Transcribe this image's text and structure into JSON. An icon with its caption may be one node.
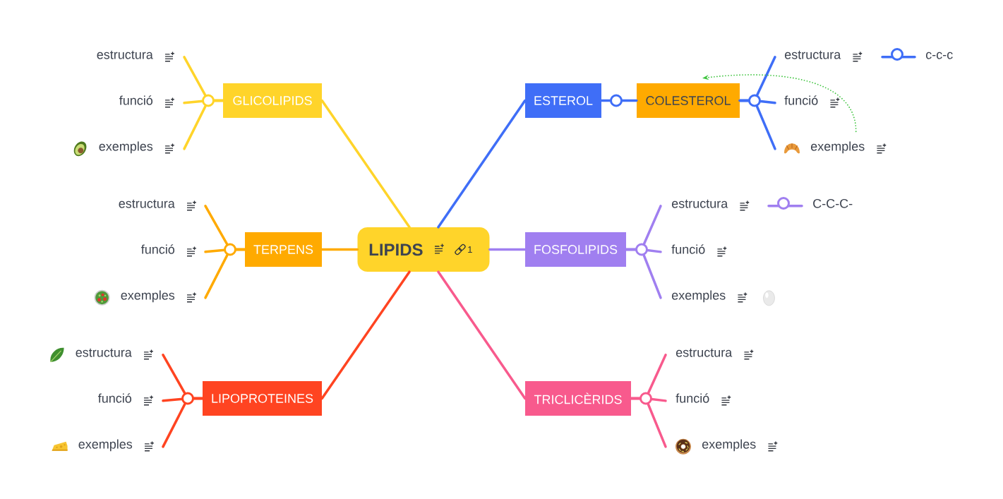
{
  "diagram": {
    "nodes": [
      {
        "text": [
          "LIPIDS",
          "1"
        ]
      },
      {
        "text": [
          "GLICOLIPIDS"
        ]
      },
      {
        "text": [
          "estructura"
        ]
      },
      {
        "text": [
          "funció"
        ]
      },
      {
        "text": [
          "exemples"
        ]
      },
      {
        "text": [
          "TERPENS"
        ]
      },
      {
        "text": [
          "estructura"
        ]
      },
      {
        "text": [
          "funció"
        ]
      },
      {
        "text": [
          "exemples"
        ]
      },
      {
        "text": [
          "LIPOPROTEINES"
        ]
      },
      {
        "text": [
          "estructura"
        ]
      },
      {
        "text": [
          "funció"
        ]
      },
      {
        "text": [
          "exemples"
        ]
      },
      {
        "text": [
          "ESTEROL"
        ]
      },
      {
        "text": [
          "COLESTEROL"
        ]
      },
      {
        "text": [
          "estructura"
        ]
      },
      {
        "text": [
          "funció"
        ]
      },
      {
        "text": [
          "exemples"
        ]
      },
      {
        "text": [
          "c-c-c"
        ]
      },
      {
        "text": [
          "FOSFOLIPIDS"
        ]
      },
      {
        "text": [
          "estructura"
        ]
      },
      {
        "text": [
          "funció"
        ]
      },
      {
        "text": [
          "exemples"
        ]
      },
      {
        "text": [
          "C-C-C-"
        ]
      },
      {
        "text": [
          "TRICLICÈRIDS"
        ]
      },
      {
        "text": [
          "estructura"
        ]
      },
      {
        "text": [
          "funció"
        ]
      },
      {
        "text": [
          "exemples"
        ]
      }
    ],
    "edges": [
      {
        "from": 0,
        "to": 1,
        "arrow": "none",
        "color": "#ffd42a"
      },
      {
        "from": 1,
        "to": 2,
        "arrow": "none",
        "color": "#ffd42a"
      },
      {
        "from": 1,
        "to": 3,
        "arrow": "none",
        "color": "#ffd42a"
      },
      {
        "from": 1,
        "to": 4,
        "arrow": "none",
        "color": "#ffd42a"
      },
      {
        "from": 0,
        "to": 5,
        "arrow": "none",
        "color": "#ffaa00"
      },
      {
        "from": 5,
        "to": 6,
        "arrow": "none",
        "color": "#ffaa00"
      },
      {
        "from": 5,
        "to": 7,
        "arrow": "none",
        "color": "#ffaa00"
      },
      {
        "from": 5,
        "to": 8,
        "arrow": "none",
        "color": "#ffaa00"
      },
      {
        "from": 0,
        "to": 9,
        "arrow": "none",
        "color": "#ff4421"
      },
      {
        "from": 9,
        "to": 10,
        "arrow": "none",
        "color": "#ff4421"
      },
      {
        "from": 9,
        "to": 11,
        "arrow": "none",
        "color": "#ff4421"
      },
      {
        "from": 9,
        "to": 12,
        "arrow": "none",
        "color": "#ff4421"
      },
      {
        "from": 0,
        "to": 13,
        "arrow": "none"
      },
      {
        "from": 13,
        "to": 14,
        "arrow": "none"
      },
      {
        "from": 14,
        "to": 15,
        "arrow": "none"
      },
      {
        "from": 14,
        "to": 16,
        "arrow": "none"
      },
      {
        "from": 14,
        "to": 17,
        "arrow": "none"
      },
      {
        "from": 15,
        "to": 18,
        "arrow": "none"
      },
      {
        "from": 0,
        "to": 19,
        "arrow": "none",
        "color": "#a07ff0"
      },
      {
        "from": 19,
        "to": 20,
        "arrow": "none",
        "color": "#a07ff0"
      },
      {
        "from": 19,
        "to": 21,
        "arrow": "none",
        "color": "#a07ff0"
      },
      {
        "from": 19,
        "to": 22,
        "arrow": "none",
        "color": "#a07ff0"
      },
      {
        "from": 20,
        "to": 23,
        "arrow": "none",
        "color": "#a07ff0"
      },
      {
        "from": 0,
        "to": 24,
        "arrow": "none",
        "color": "#f85a8d"
      },
      {
        "from": 24,
        "to": 25,
        "arrow": "none",
        "color": "#f85a8d"
      },
      {
        "from": 24,
        "to": 26,
        "arrow": "none",
        "color": "#f85a8d"
      },
      {
        "from": 24,
        "to": 27,
        "arrow": "none",
        "color": "#f85a8d"
      },
      {
        "from": 17,
        "to": 14,
        "arrow": "to",
        "style": "dashed",
        "color": "#3ec43e"
      }
    ]
  }
}
